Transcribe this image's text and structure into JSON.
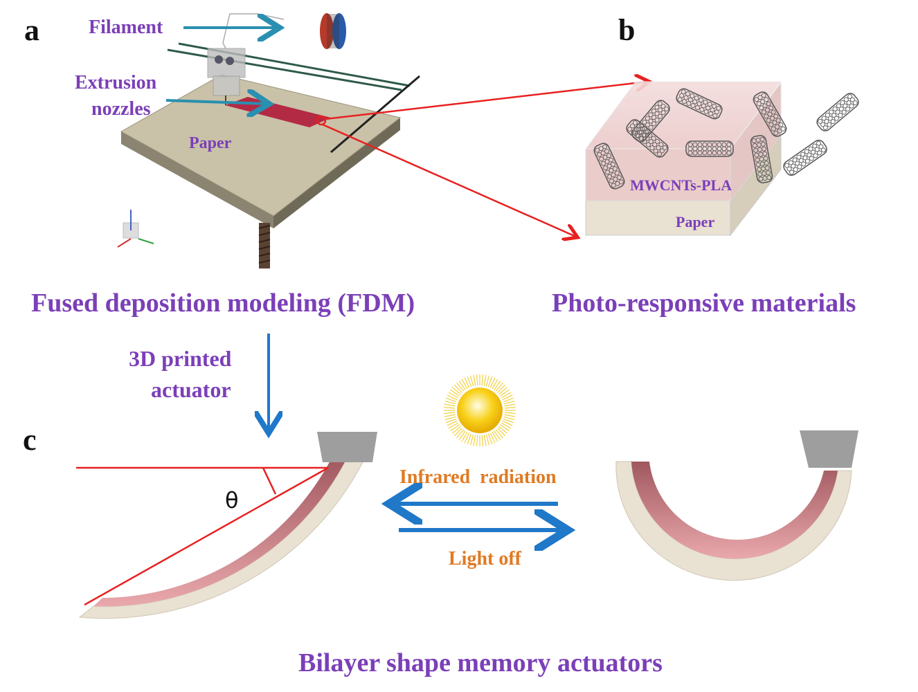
{
  "panels": {
    "a": {
      "letter": "a",
      "labels": {
        "filament": "Filament",
        "extrusion_nozzles_line1": "Extrusion",
        "extrusion_nozzles_line2": "nozzles",
        "paper": "Paper"
      },
      "caption": "Fused deposition modeling (FDM)"
    },
    "b": {
      "letter": "b",
      "labels": {
        "composite_layer": "MWCNTs-PLA",
        "paper": "Paper"
      },
      "caption": "Photo-responsive materials"
    },
    "c": {
      "letter": "c",
      "angle_symbol": "θ",
      "stimulus_on": "Infrared  radiation",
      "stimulus_off": "Light off",
      "caption": "Bilayer shape memory actuators"
    }
  },
  "transition": {
    "line1": "3D printed",
    "line2": "actuator"
  },
  "colors": {
    "label_purple": "#7b3fb8",
    "label_orange": "#e07a22",
    "arrow_blue": "#1f78c8",
    "callout_red": "#e82020",
    "pla_layer": "#c9727a",
    "paper_layer": "#e9e1d2",
    "clamp_gray": "#9e9e9e"
  }
}
